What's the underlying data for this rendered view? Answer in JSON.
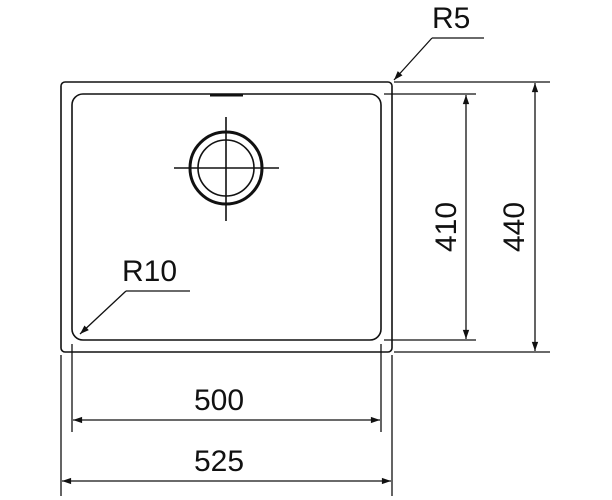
{
  "diagram": {
    "title": "Sink dimension drawing",
    "labels": {
      "corner_radius_outer": "R5",
      "corner_radius_inner": "R10",
      "inner_depth": "410",
      "outer_depth": "440",
      "inner_width": "500",
      "outer_width": "525"
    },
    "line_color": "#111111"
  }
}
